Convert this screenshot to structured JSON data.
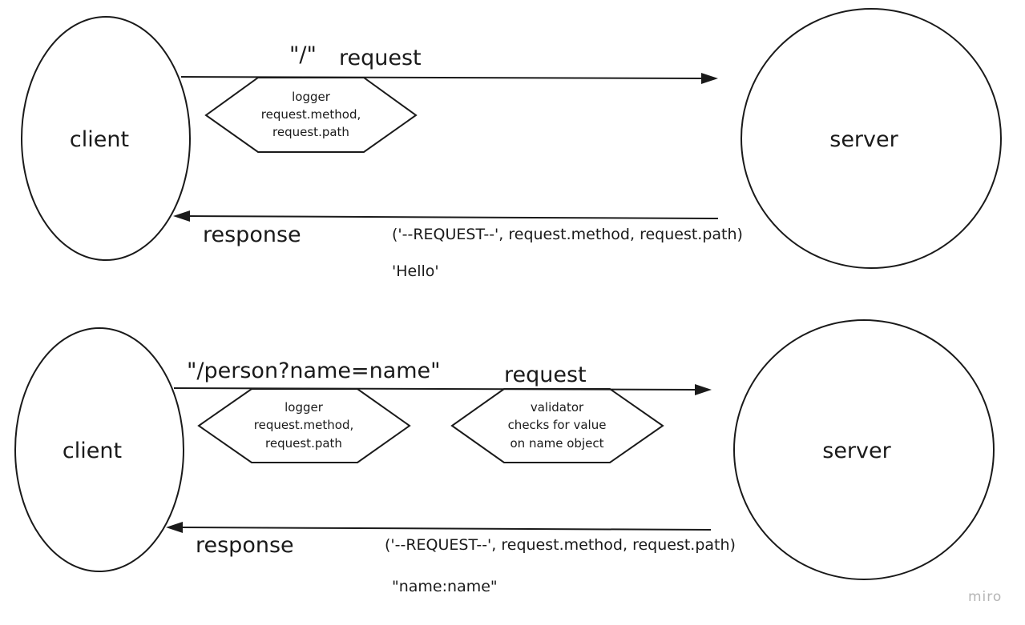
{
  "diagrams": [
    {
      "client_label": "client",
      "server_label": "server",
      "request_path": "\"/\"",
      "request_label": "request",
      "response_label": "response",
      "response_log": "('--REQUEST--', request.method, request.path)",
      "response_body": "'Hello'",
      "middleware": [
        {
          "lines": [
            "logger",
            "request.method,",
            "request.path"
          ]
        }
      ]
    },
    {
      "client_label": "client",
      "server_label": "server",
      "request_path": "\"/person?name=name\"",
      "request_label": "request",
      "response_label": "response",
      "response_log": "('--REQUEST--', request.method, request.path)",
      "response_body": "\"name:name\"",
      "middleware": [
        {
          "lines": [
            "logger",
            "request.method,",
            "request.path"
          ]
        },
        {
          "lines": [
            "validator",
            "checks for value",
            "on name object"
          ]
        }
      ]
    }
  ],
  "watermark": "miro"
}
